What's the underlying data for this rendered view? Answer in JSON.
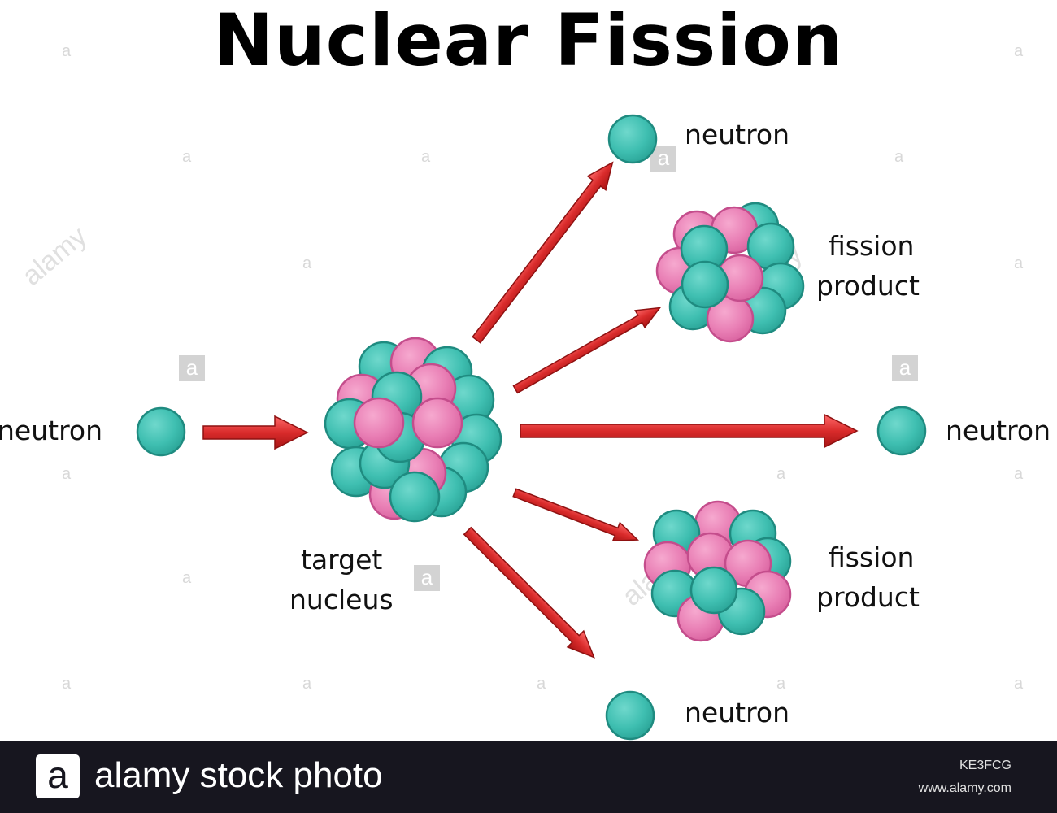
{
  "title": "Nuclear Fission",
  "labels": {
    "incoming_neutron": "neutron",
    "target_line1": "target",
    "target_line2": "nucleus",
    "neutron_top": "neutron",
    "fission_top_line1": "fission",
    "fission_top_line2": "product",
    "neutron_right": "neutron",
    "fission_bottom_line1": "fission",
    "fission_bottom_line2": "product",
    "neutron_bottom": "neutron"
  },
  "colors": {
    "neutron": "#3fbfb1",
    "proton": "#e97fb5",
    "arrow": "#d92b2b"
  },
  "watermark": {
    "mark": "a",
    "diagonal": "alamy"
  },
  "footer": {
    "logo": "a",
    "brand": "alamy stock photo",
    "image_id": "KE3FCG",
    "url": "www.alamy.com"
  }
}
